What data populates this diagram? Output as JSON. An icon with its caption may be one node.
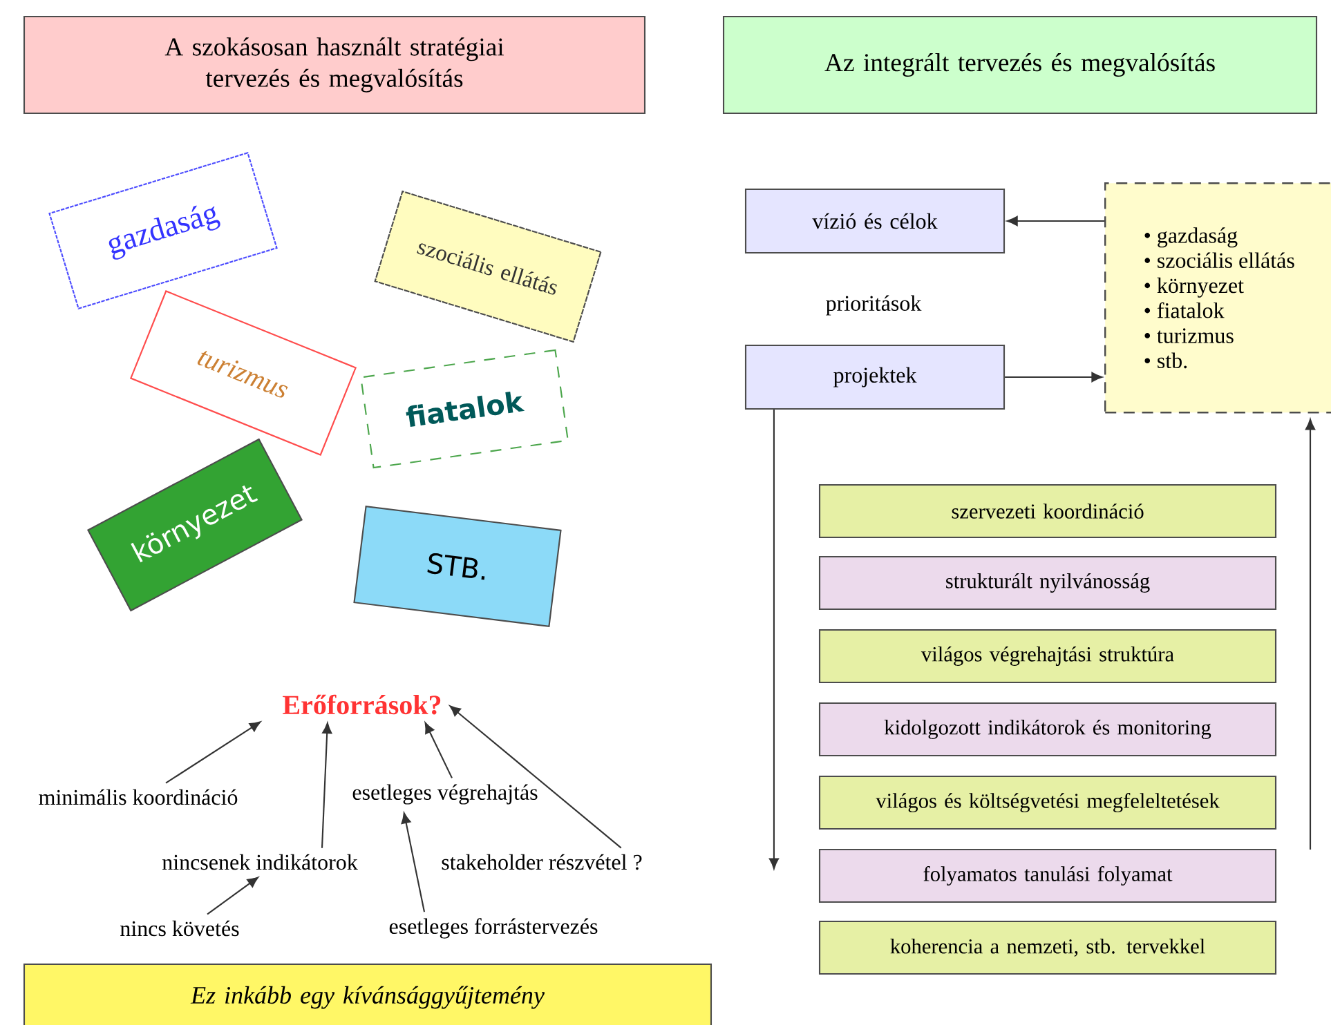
{
  "diagram": {
    "nodes": [
      {
        "text": [
          "A szokásosan használt stratégiai tervezés és megvalósítás"
        ]
      },
      {
        "text": [
          "Az integrált tervezés és megvalósítás"
        ]
      },
      {
        "text": [
          "gazdaság"
        ]
      },
      {
        "text": [
          "szociális ellátás"
        ]
      },
      {
        "text": [
          "turizmus"
        ]
      },
      {
        "text": [
          "fiatalok"
        ]
      },
      {
        "text": [
          "környezet"
        ]
      },
      {
        "text": [
          "STB."
        ]
      },
      {
        "text": [
          "Erőforrások?"
        ]
      },
      {
        "text": [
          "minimális koordináció"
        ]
      },
      {
        "text": [
          "esetleges végrehajtás"
        ]
      },
      {
        "text": [
          "nincsenek indikátorok"
        ]
      },
      {
        "text": [
          "stakeholder részvétel ?"
        ]
      },
      {
        "text": [
          "nincs követés"
        ]
      },
      {
        "text": [
          "esetleges forrástervezés"
        ]
      },
      {
        "text": [
          "Ez inkább egy kívánsággyűjtemény"
        ]
      },
      {
        "text": [
          "vízió és célok"
        ]
      },
      {
        "text": [
          "projektek"
        ]
      },
      {
        "text": [
          "• gazdaság",
          "• szociális ellátás",
          "• környezet",
          "• fiatalok",
          "• turizmus",
          "• stb."
        ]
      },
      {
        "text": [
          "szervezeti koordináció"
        ]
      },
      {
        "text": [
          "strukturált nyilvánosság"
        ]
      },
      {
        "text": [
          "világos végrehajtási struktúra"
        ]
      },
      {
        "text": [
          "kidolgozott indikátorok és monitoring"
        ]
      },
      {
        "text": [
          "világos és költségvetési megfeleltetések"
        ]
      },
      {
        "text": [
          "folyamatos tanulási folyamat"
        ]
      },
      {
        "text": [
          "koherencia a nemzeti, stb. tervekkel"
        ]
      }
    ],
    "edges": [
      {
        "from": 9,
        "to": 8,
        "arrow": "to"
      },
      {
        "from": 11,
        "to": 8,
        "arrow": "to"
      },
      {
        "from": 10,
        "to": 8,
        "arrow": "to"
      },
      {
        "from": 12,
        "to": 8,
        "arrow": "to"
      },
      {
        "from": 13,
        "to": 11,
        "arrow": "to"
      },
      {
        "from": 14,
        "to": 10,
        "arrow": "to"
      },
      {
        "from": 18,
        "to": 16,
        "arrow": "to"
      },
      {
        "from": 17,
        "to": 18,
        "arrow": "to"
      },
      {
        "from": 17,
        "to": null,
        "arrow": "to"
      },
      {
        "from": null,
        "to": 18,
        "arrow": "to"
      }
    ],
    "labels": [
      "prioritások"
    ]
  }
}
